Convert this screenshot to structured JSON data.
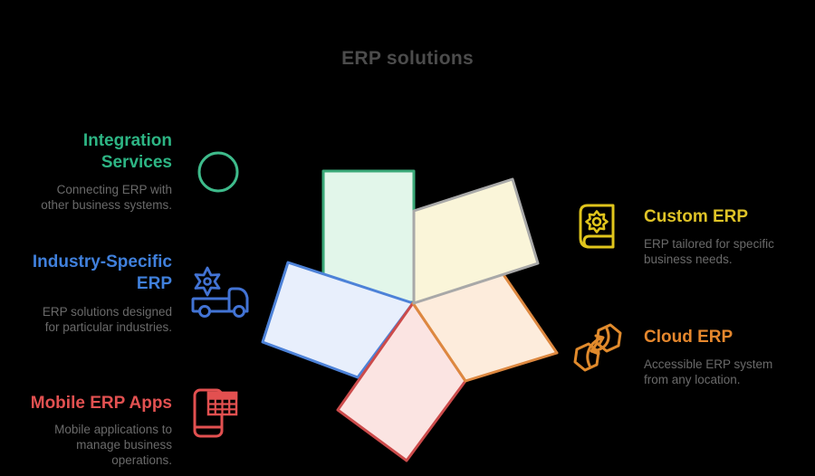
{
  "title": "ERP solutions",
  "title_color": "#4c4c4c",
  "background": "#000000",
  "desc_color": "#6a6a6a",
  "items": [
    {
      "heading": "Integration\nServices",
      "desc": "Connecting ERP with\nother business systems.",
      "color": "#2db584",
      "icon": "circle-icon",
      "icon_color": "#3ebb8b"
    },
    {
      "heading": "Industry-Specific\nERP",
      "desc": "ERP solutions designed\nfor particular industries.",
      "color": "#4080dc",
      "icon": "gear-truck-icon",
      "icon_color": "#4273d4"
    },
    {
      "heading": "Mobile ERP Apps",
      "desc": "Mobile applications to\nmanage business\noperations.",
      "color": "#e25151",
      "icon": "phone-table-icon",
      "icon_color": "#e25050"
    },
    {
      "heading": "Custom ERP",
      "desc": "ERP tailored for specific\nbusiness needs.",
      "color": "#dfc327",
      "icon": "book-gear-icon",
      "icon_color": "#e0c51c"
    },
    {
      "heading": "Cloud ERP",
      "desc": "Accessible ERP system\nfrom any location.",
      "color": "#e5872d",
      "icon": "sync-hexagons-icon",
      "icon_color": "#e08a2c"
    }
  ],
  "petals": [
    {
      "name": "top-green",
      "stroke": "#3aa878",
      "fill": "#e2f6ea"
    },
    {
      "name": "left-blue",
      "stroke": "#4d82d8",
      "fill": "#e8effc"
    },
    {
      "name": "bottom-red",
      "stroke": "#cc4b4b",
      "fill": "#fbe4e2"
    },
    {
      "name": "right-orange",
      "stroke": "#dd8840",
      "fill": "#fdecdc"
    },
    {
      "name": "topright-yellow",
      "stroke": "#a8a8a8",
      "fill": "#faf5d9"
    }
  ]
}
